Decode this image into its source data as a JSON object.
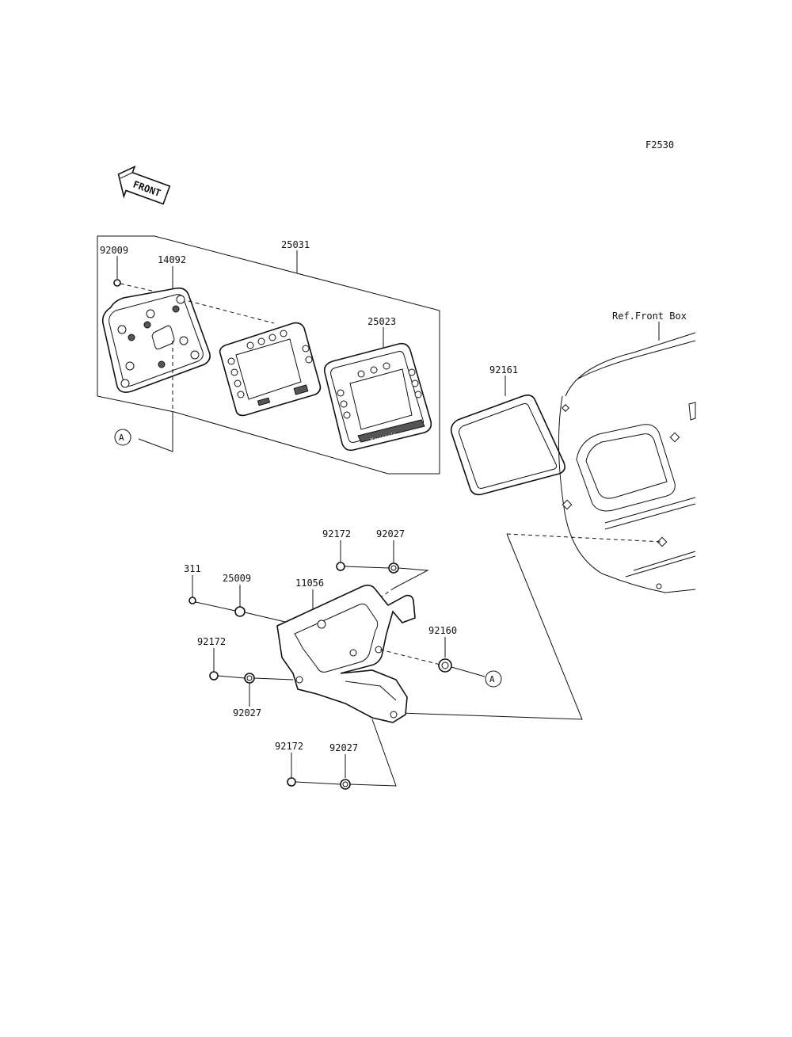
{
  "figure_code": "F2530",
  "front_arrow_label": "FRONT",
  "reference_label": "Ref.Front Box",
  "ref_marker": "A",
  "brand_logo_text": "Kawasaki",
  "part_numbers": {
    "p92009": "92009",
    "p14092": "14092",
    "p25031": "25031",
    "p25023": "25023",
    "p92161": "92161",
    "p92172_top": "92172",
    "p92027_top": "92027",
    "p311": "311",
    "p25009": "25009",
    "p11056": "11056",
    "p92160": "92160",
    "p92172_left": "92172",
    "p92027_left": "92027",
    "p92172_bottom": "92172",
    "p92027_bottom": "92027"
  }
}
